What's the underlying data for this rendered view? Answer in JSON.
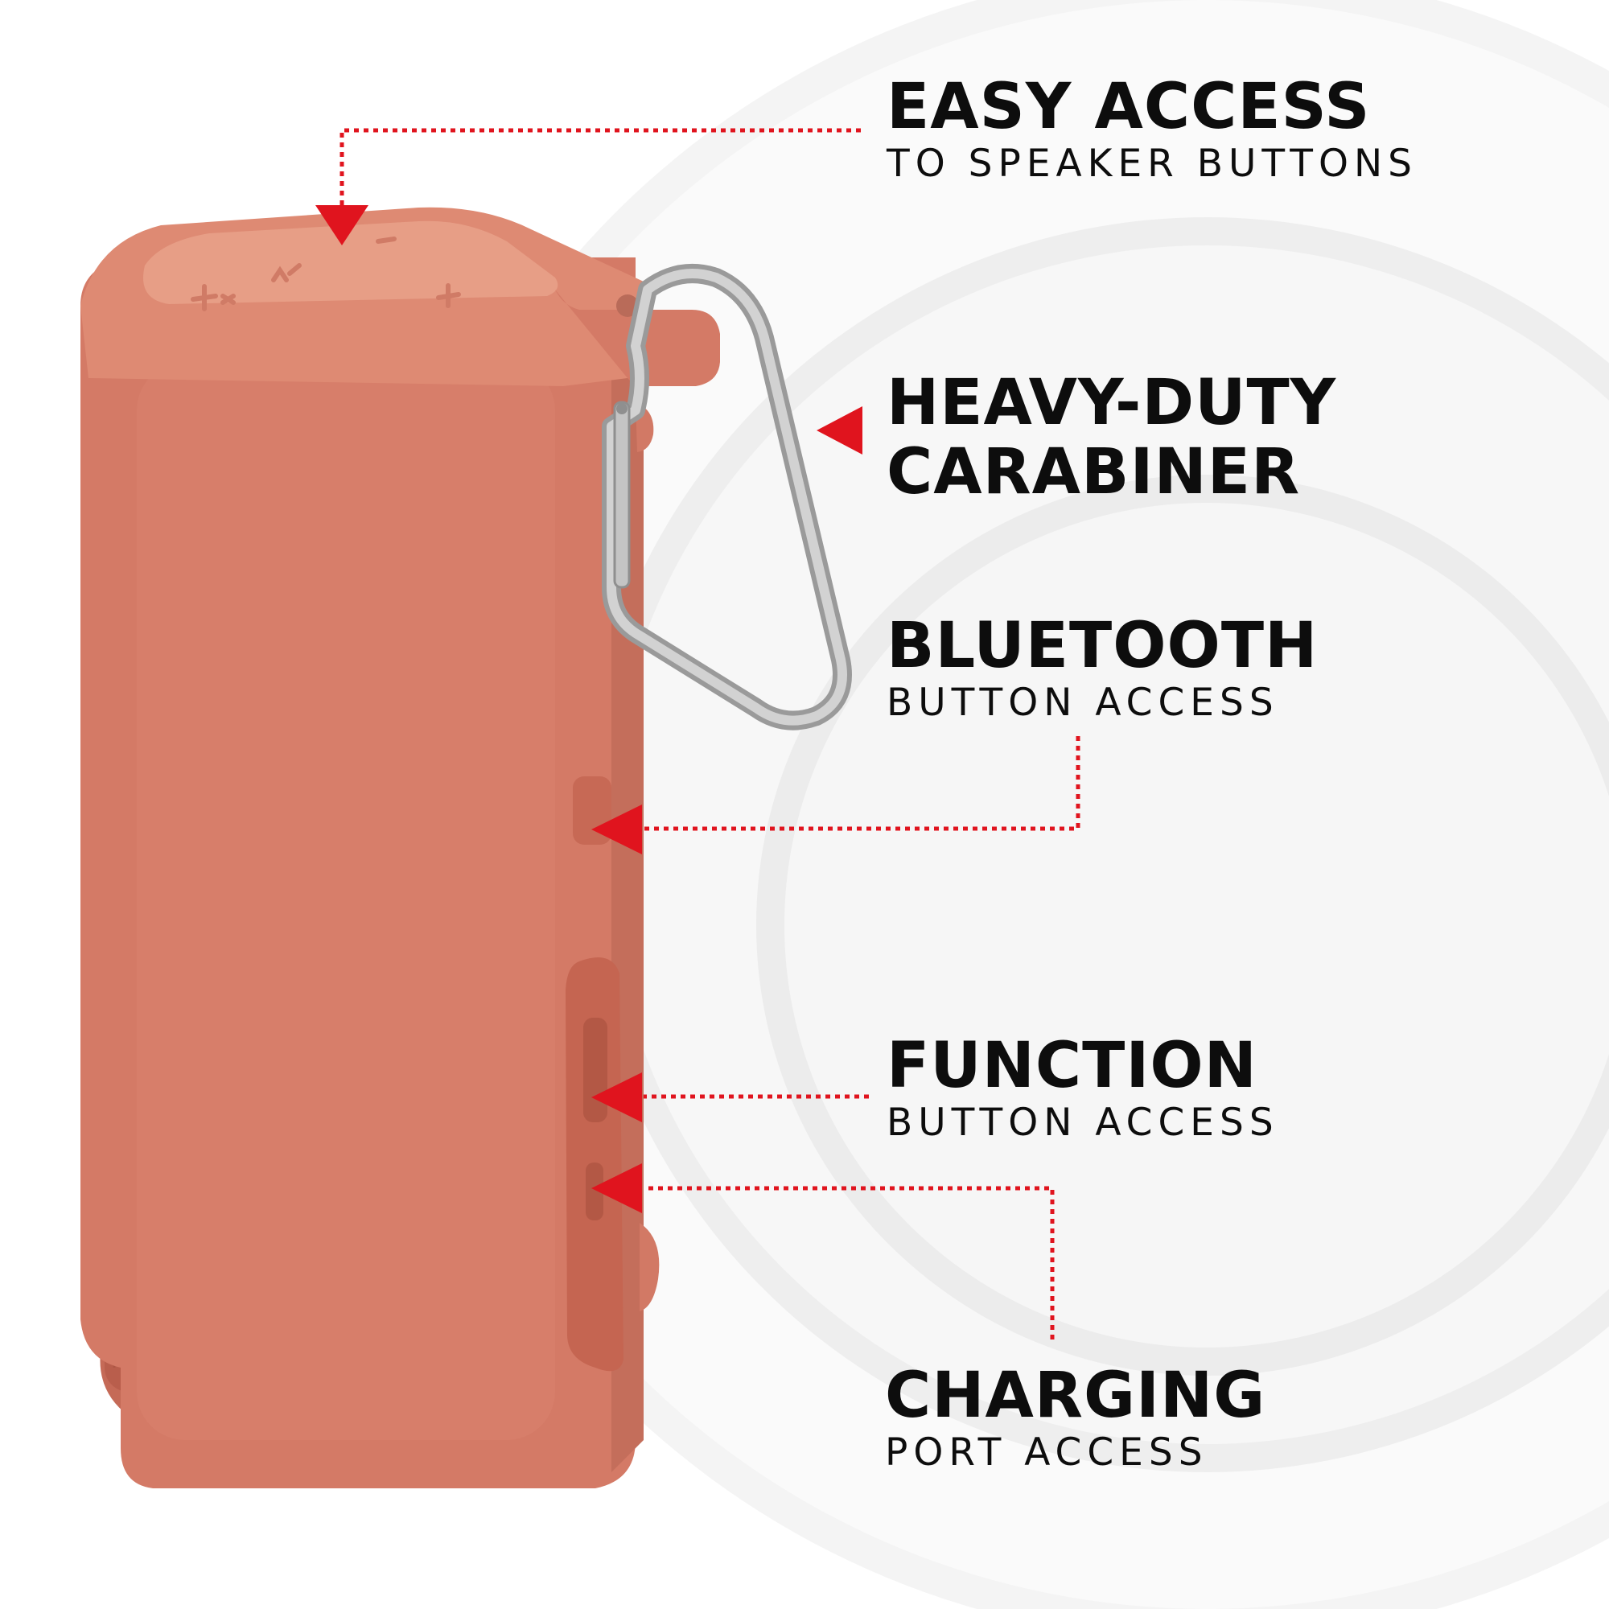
{
  "callouts": {
    "easy_access": {
      "heading": "EASY ACCESS",
      "sub": "TO SPEAKER BUTTONS"
    },
    "carabiner": {
      "heading_line1": "HEAVY-DUTY",
      "heading_line2": "CARABINER"
    },
    "bluetooth": {
      "heading": "BLUETOOTH",
      "sub": "BUTTON ACCESS"
    },
    "function": {
      "heading": "FUNCTION",
      "sub": "BUTTON ACCESS"
    },
    "charging": {
      "heading": "CHARGING",
      "sub": "PORT ACCESS"
    }
  },
  "colors": {
    "case_coral": "#d47a66",
    "case_shadow": "#b95e4c",
    "accent_red": "#e0141e",
    "carabiner_silver": "#b5b5b5",
    "text": "#0d0d0d"
  }
}
